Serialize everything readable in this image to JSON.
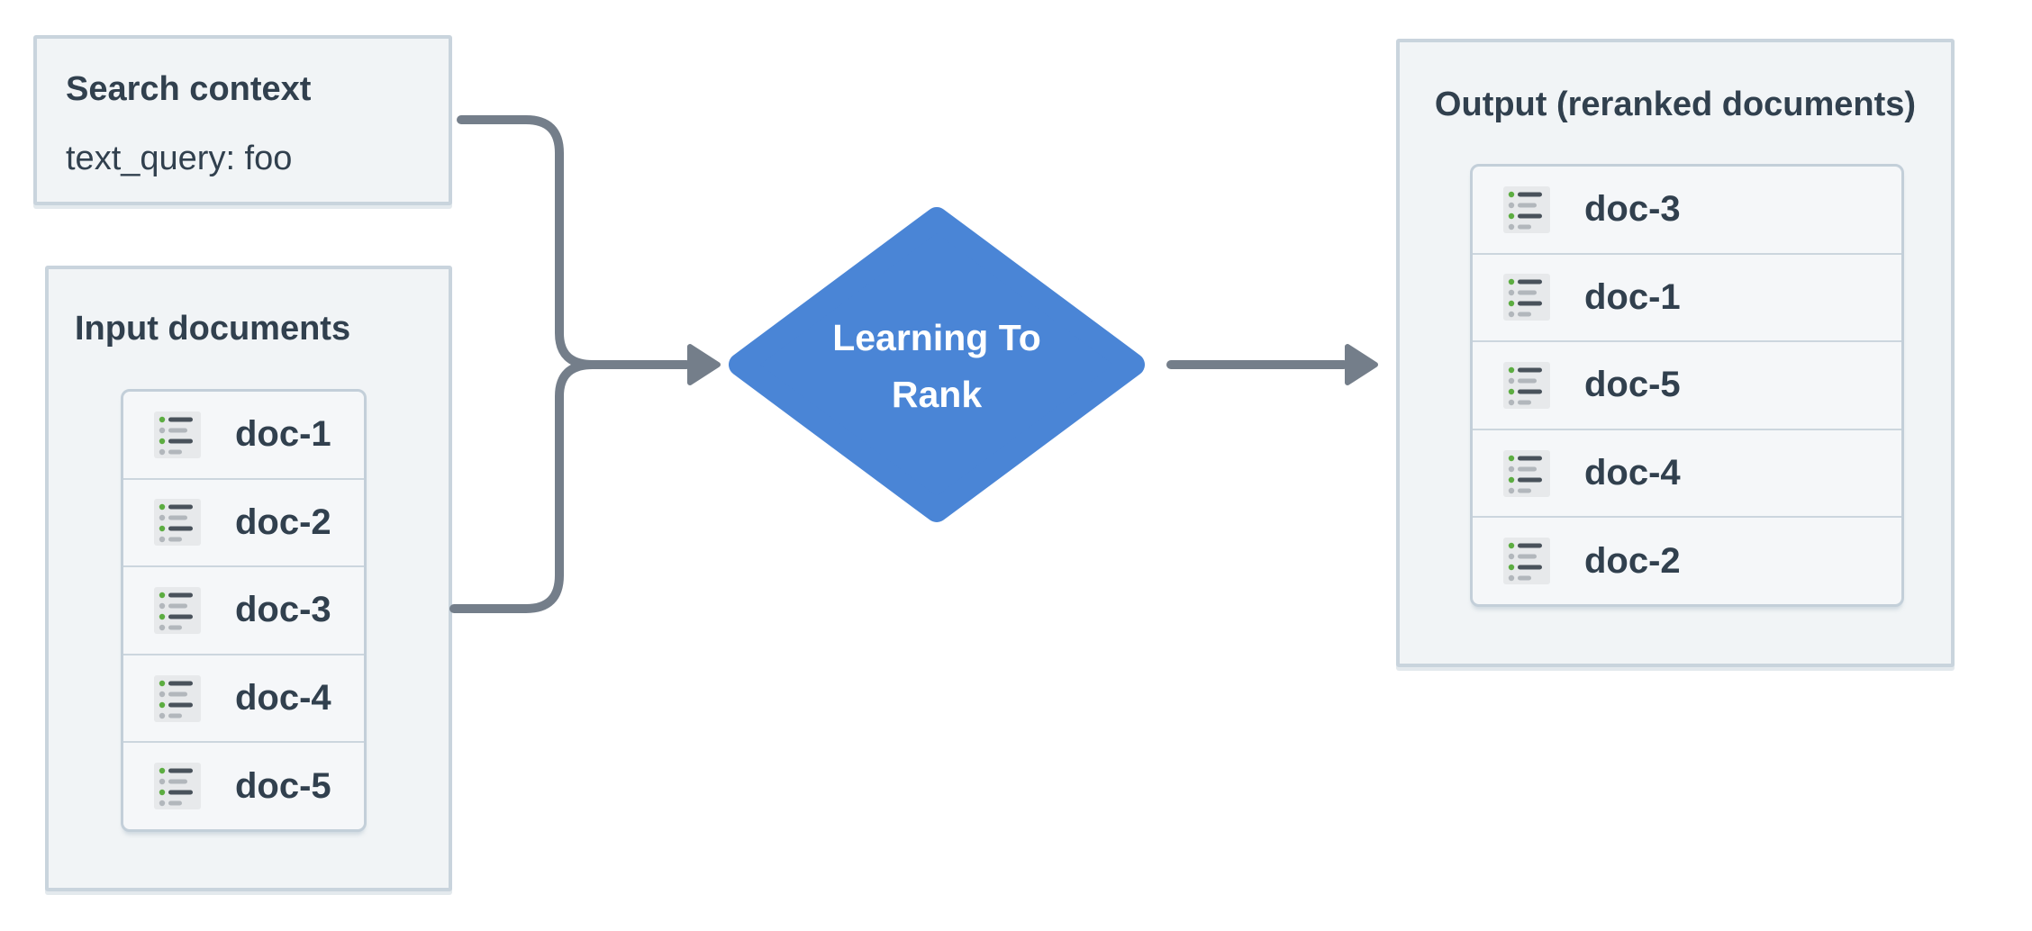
{
  "diagram": {
    "title_implicit": "Learning To Rank reranking flow",
    "search_context_box": {
      "title": "Search context",
      "query_line": "text_query: foo"
    },
    "input_box": {
      "title": "Input documents",
      "items": [
        "doc-1",
        "doc-2",
        "doc-3",
        "doc-4",
        "doc-5"
      ]
    },
    "process_node": {
      "label_line1": "Learning To",
      "label_line2": "Rank",
      "shape": "diamond"
    },
    "output_box": {
      "title": "Output (reranked documents)",
      "items": [
        "doc-3",
        "doc-1",
        "doc-5",
        "doc-4",
        "doc-2"
      ]
    },
    "icons": {
      "doc_icon": "document-list-icon"
    },
    "colors": {
      "node_blue": "#4a85d6",
      "connector_gray": "#747e8a",
      "box_background": "#f1f4f6",
      "box_border": "#c9d4dd",
      "cell_background": "#f5f7f9",
      "text_dark": "#31404e",
      "icon_bullet_green": "#5cad41",
      "icon_bullet_gray": "#b2b7bc",
      "icon_line_dark": "#49525b",
      "icon_background": "#e7e9eb"
    }
  }
}
